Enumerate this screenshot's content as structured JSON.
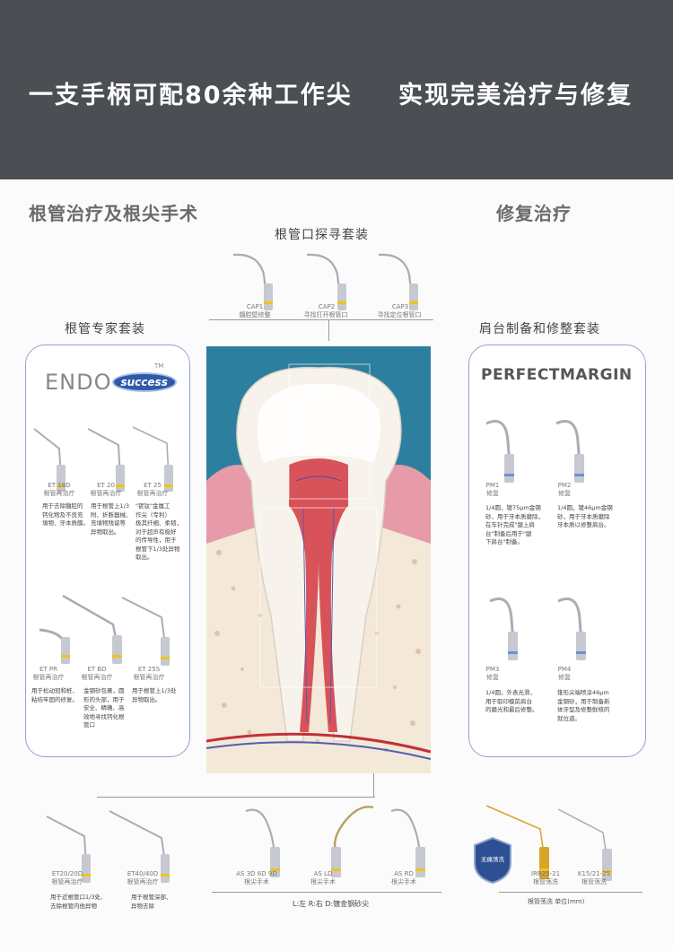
{
  "banner": {
    "left": "一支手柄可配80余种工作尖",
    "right": "实现完美治疗与修复"
  },
  "sections": {
    "endo_surgery": "根管治疗及根尖手术",
    "restorative": "修复治疗"
  },
  "cap_kit": {
    "title": "根管口探寻套装",
    "tips": [
      {
        "code": "CAP1",
        "desc": "髓腔壁修整"
      },
      {
        "code": "CAP2",
        "desc": "寻找打开根管口"
      },
      {
        "code": "CAP3",
        "desc": "寻找定位根管口"
      }
    ]
  },
  "endo_kit": {
    "title": "根管专家套装",
    "logo_text": "ENDO",
    "logo_badge": "success",
    "tm": "TM",
    "tips": [
      {
        "code": "ET 18D",
        "use": "根管再治疗",
        "desc": "用于去除髓腔的\n钙化物及不良充\n填物、牙本质膜。"
      },
      {
        "code": "ET 20",
        "use": "根管再治疗",
        "desc": "用于根管上1/3\n附、折断器械、\n充填物残留等\n异物取出。"
      },
      {
        "code": "ET 25",
        "use": "根管再治疗",
        "desc": "\"铌钛\"金属工\n作尖（专利）\n极其纤细、柔韧，\n对于超声有极好\n的传导性，用于\n根管下1/3处异物\n取出。"
      },
      {
        "code": "ET PR",
        "use": "根管再治疗",
        "desc": "用于松动冠和桩、\n粘结牢固的修复。"
      },
      {
        "code": "ET BD",
        "use": "根管再治疗",
        "desc": "金钢砂包裹，圆\n形的头部，用于\n安全、精确、高\n效地寻找钙化根\n管口"
      },
      {
        "code": "ET 25S",
        "use": "根管再治疗",
        "desc": "用于根管上1/3处\n异物取出。"
      }
    ]
  },
  "pm_kit": {
    "title": "肩台制备和修整套装",
    "logo": "PERFECTMARGIN",
    "tips": [
      {
        "code": "PM1",
        "use": "修复",
        "desc": "1/4圆，镀75μm金钢\n砂，用于牙本质磨除，\n在车针完成\"龈上肩\n台\"制备后用于\"龈\n下肩台\"制备。"
      },
      {
        "code": "PM2",
        "use": "修复",
        "desc": "1/4圆，镀46μm金钢\n砂，用于牙本质磨除\n牙本质以修整肩台。"
      },
      {
        "code": "PM3",
        "use": "修复",
        "desc": "1/4圆，外表光滑，\n用于取印模前肩台\n的磨光和最后修整。"
      },
      {
        "code": "PM4",
        "use": "修复",
        "desc": "锥形尖端喷涂46μm\n金钢砂，用于制备新\n体牙型及修整鲜核的\n就位道。"
      }
    ]
  },
  "bottom": {
    "left_tips": [
      {
        "code": "ET20/20D",
        "use": "根管再治疗",
        "desc": "用于近根管口1/3处、\n去除根管内他异物"
      },
      {
        "code": "ET40/40D",
        "use": "根管再治疗",
        "desc": "用于根管深部、\n异物去除"
      }
    ],
    "mid_tips": [
      {
        "code": "AS 3D 6D 9D",
        "use": "根尖手术"
      },
      {
        "code": "AS LD",
        "use": "根尖手术"
      },
      {
        "code": "AS RD",
        "use": "根尖手术"
      }
    ],
    "right_tips": [
      {
        "code": "IRR25-21",
        "use": "根管荡洗"
      },
      {
        "code": "K15/21-25",
        "use": "根管荡洗"
      }
    ],
    "badge": "无痛荡洗",
    "footnote": "L:左   R:右   D:镀金钢砂尖",
    "unit_label": "根管荡洗  单位(mm)"
  },
  "colors": {
    "banner": "#4b4f54",
    "title_gray": "#6a6a6a",
    "box_border": "#8fa3cf",
    "tip_metal": "#b9bcc2",
    "ring_yellow": "#f0c21b",
    "ring_blue": "#6a8fe0",
    "gold": "#d7a52a",
    "tooth_bg": "#2d7fa0",
    "gum": "#e79aa7"
  }
}
